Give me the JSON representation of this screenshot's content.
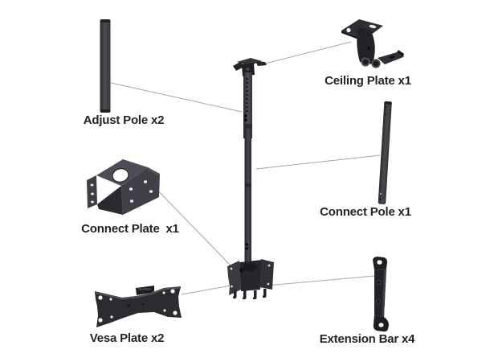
{
  "figure": {
    "title": "TV ceiling mount parts diagram",
    "background": "#ffffff"
  },
  "colors": {
    "part_black": "#222225",
    "part_dark": "#2c2c30",
    "part_mid": "#3f3f46",
    "part_light": "#50505a",
    "leader_line": "#a6a6a6",
    "label_text": "#262323"
  },
  "parts": [
    {
      "label": "Adjust Pole x2",
      "icon": "adjust-pole-image"
    },
    {
      "label": "Ceiling Plate x1",
      "icon": "ceiling-plate-image"
    },
    {
      "label": "Connect Plate  x1",
      "icon": "connect-plate-image"
    },
    {
      "label": "Connect Pole x1",
      "icon": "connect-pole-image"
    },
    {
      "label": "Vesa Plate x2",
      "icon": "vesa-plate-image"
    },
    {
      "label": "Extension Bar x4",
      "icon": "extension-bar-image"
    }
  ],
  "assembly": {
    "name": "assembled ceiling mount"
  }
}
